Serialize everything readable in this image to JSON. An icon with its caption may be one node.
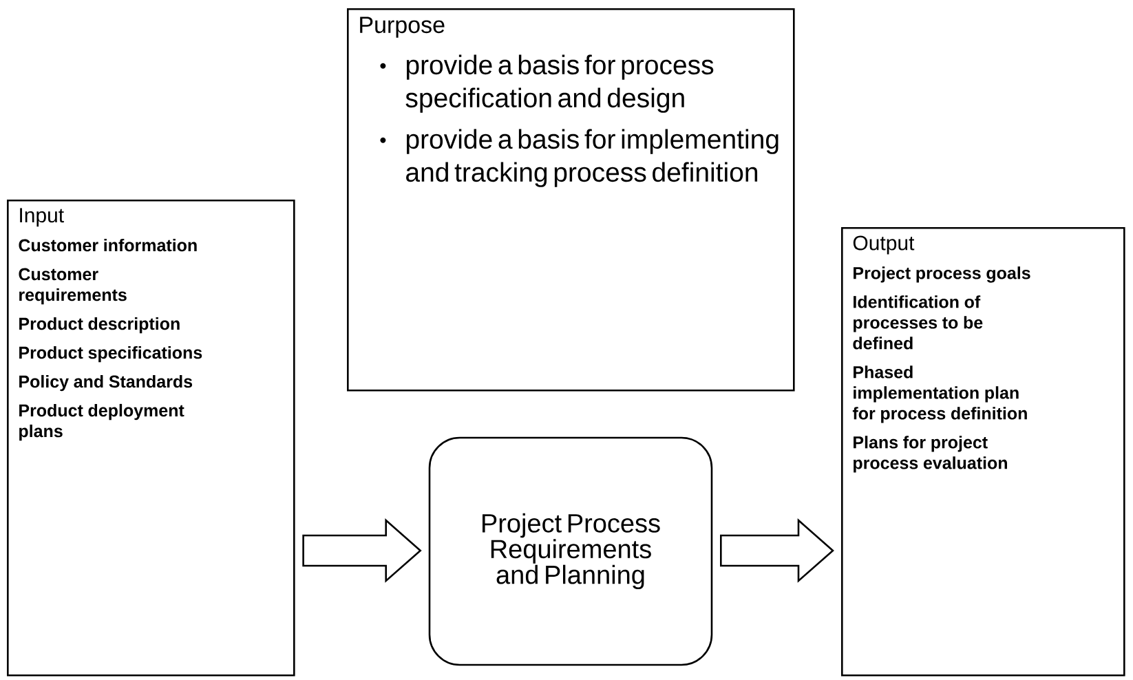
{
  "diagram": {
    "nodes": [
      {
        "text": [
          "Purpose",
          "provide a basis for process specification and design",
          "provide a basis for implementing and tracking process definition"
        ]
      },
      {
        "text": [
          "Input",
          "Customer information",
          "Customer requirements",
          "Product description",
          "Product specifications",
          "Policy and Standards",
          "Product deployment plans"
        ]
      },
      {
        "text": [
          "Project Process Requirements and Planning"
        ]
      },
      {
        "text": [
          "Output",
          "Project process goals",
          "Identification of processes to be defined",
          "Phased implementation plan for process definition",
          "Plans for project process evaluation"
        ]
      }
    ],
    "edges": [
      {
        "from": 1,
        "to": 2,
        "arrow": "to"
      },
      {
        "from": 2,
        "to": 3,
        "arrow": "to"
      }
    ]
  }
}
